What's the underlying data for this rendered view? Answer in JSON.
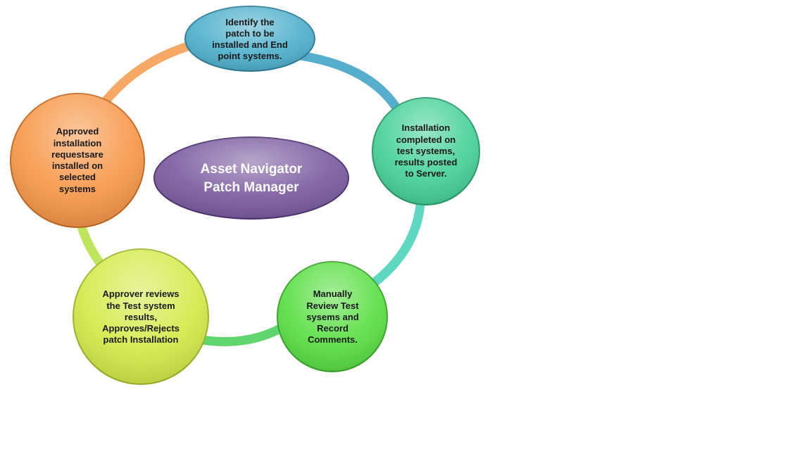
{
  "diagram": {
    "center": {
      "title": "Asset Navigator\nPatch Manager",
      "color": "#7B5CA0"
    },
    "steps": [
      {
        "id": "identify",
        "text": "Identify the\npatch to be\ninstalled and End\npoint systems.",
        "color": "#4FB0CC",
        "connector_color": "#55AECB"
      },
      {
        "id": "test-install",
        "text": "Installation\ncompleted on\ntest systems,\nresults posted\nto Server.",
        "color": "#47D199",
        "connector_color": "#5FD8C2"
      },
      {
        "id": "review",
        "text": "Manually\nReview Test\nsysems and\nRecord\nComments.",
        "color": "#5BDF45",
        "connector_color": "#62D66E"
      },
      {
        "id": "approve",
        "text": "Approver reviews\nthe Test system\nresults,\nApproves/Rejects\npatch Installation",
        "color": "#D4EA4A",
        "connector_color": "#BFE55C"
      },
      {
        "id": "install",
        "text": "Approved\ninstallation\nrequestsare\ninstalled on\nselected\nsystems",
        "color": "#F7984A",
        "connector_color": "#F7A864"
      }
    ]
  }
}
